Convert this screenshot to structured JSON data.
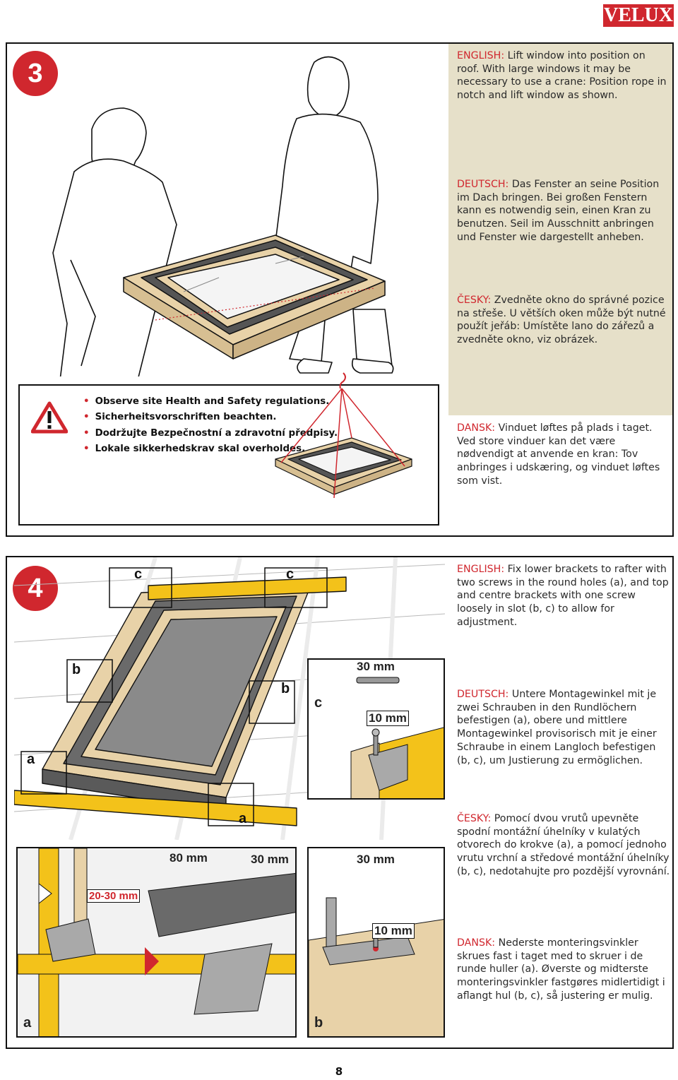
{
  "brand": {
    "logo": "VELUX"
  },
  "step3": {
    "number": "3",
    "english": {
      "lang": "ENGLISH:",
      "text": " Lift window into position on roof. With large windows it may be necessary to use a crane: Position rope in notch and lift window as shown."
    },
    "deutsch": {
      "lang": "DEUTSCH:",
      "text": " Das Fenster an seine Position im Dach bringen. Bei großen Fenstern kann es notwendig sein, einen Kran zu benutzen. Seil im Ausschnitt anbringen und Fenster wie dargestellt anheben."
    },
    "cesky": {
      "lang": "ČESKY:",
      "text": " Zvedněte okno do správné pozice na střeše. U větších oken může být nutné použít jeřáb: Umístěte lano do zářezů a zvedněte okno, viz obrázek."
    },
    "dansk": {
      "lang": "DANSK:",
      "text": " Vinduet løftes på plads i taget. Ved store vinduer kan det være nødvendigt at anvende en kran: Tov anbringes i udskæring, og vinduet løftes som vist."
    },
    "warnings": [
      "Observe site Health and Safety regulations.",
      "Sicherheitsvorschriften beachten.",
      "Dodržujte Bezpečnostní a zdravotní předpisy.",
      "Lokale sikkerhedskrav skal overholdes."
    ]
  },
  "step4": {
    "number": "4",
    "english": {
      "lang": "ENGLISH:",
      "text": " Fix lower brackets to rafter with two screws in the round holes (a), and top and centre brackets with one screw loosely in slot (b, c) to allow for adjustment."
    },
    "deutsch": {
      "lang": "DEUTSCH:",
      "text": " Untere Montagewinkel mit je zwei Schrauben in den Rundlöchern befestigen (a), obere und mittlere Montagewinkel provisorisch mit je einer Schraube in einem Langloch befestigen (b, c), um Justierung zu ermöglichen."
    },
    "cesky": {
      "lang": "ČESKY:",
      "text": " Pomocí dvou vrutů upevněte spodní montážní úhelníky v kulatých otvorech do krokve (a), a pomocí jednoho vrutu vrchní a středové montážní úhelníky (b, c), nedotahujte pro pozdější vyrovnání."
    },
    "dansk": {
      "lang": "DANSK:",
      "text": " Nederste monteringsvinkler skrues fast i taget med to skruer i de runde huller (a). Øverste og midterste monteringsvinkler fastgøres midlertidigt i aflangt hul (b, c), så justering er mulig."
    },
    "labels": {
      "a": "a",
      "b": "b",
      "c": "c",
      "len30": "30 mm",
      "len10": "10 mm",
      "len80": "80 mm",
      "gap": "20-30 mm"
    }
  },
  "page": {
    "number": "8"
  },
  "colors": {
    "accent": "#d0272e",
    "panel_bg": "#e6e0c9",
    "timber": "#e8d2a8",
    "flashing": "#5a5a5a",
    "rafter": "#f3c21a"
  }
}
